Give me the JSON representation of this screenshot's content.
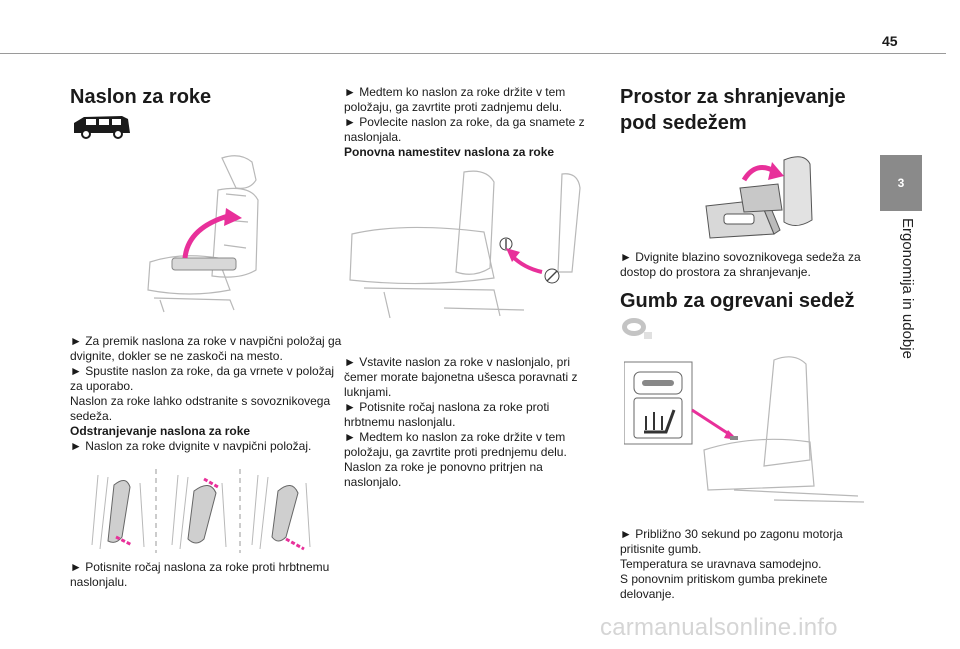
{
  "header": {
    "page_number": "45"
  },
  "chapter": {
    "number": "3",
    "title": "Ergonomija in udobje"
  },
  "left": {
    "heading": "Naslon za roke",
    "p1": "► Za premik naslona za roke v navpični položaj ga dvignite, dokler se ne zaskoči na mesto.",
    "p2": "► Spustite naslon za roke, da ga vrnete v položaj za uporabo.",
    "p3": "Naslon za roke lahko odstranite s sovoznikovega sedeža.",
    "subheading": "Odstranjevanje naslona za roke",
    "p4": "► Naslon za roke dvignite v navpični položaj.",
    "p5": "► Potisnite ročaj naslona za roke proti hrbtnemu naslonjalu."
  },
  "middle": {
    "p1": "► Medtem ko naslon za roke držite v tem položaju, ga zavrtite proti zadnjemu delu.",
    "p2": "► Povlecite naslon za roke, da ga snamete z naslonjala.",
    "subheading": "Ponovna namestitev naslona za roke",
    "p3": "► Vstavite naslon za roke v naslonjalo, pri čemer morate bajonetna ušesca poravnati z luknjami.",
    "p4": "► Potisnite ročaj naslona za roke proti hrbtnemu naslonjalu.",
    "p5": "► Medtem ko naslon za roke držite v tem položaju, ga zavrtite proti prednjemu delu.",
    "p6": "Naslon za roke je ponovno pritrjen na naslonjalo."
  },
  "right": {
    "heading1": "Prostor za shranjevanje pod sedežem",
    "p1": "► Dvignite blazino sovoznikovega sedeža za dostop do prostora za shranjevanje.",
    "heading2": "Gumb za ogrevani sedež",
    "p2": "► Približno 30 sekund po zagonu motorja pritisnite gumb.",
    "p3": "Temperatura se uravnava samodejno.",
    "p4": "S ponovnim pritiskom gumba prekinete delovanje."
  },
  "footer": {
    "watermark": "carmanualsonline.info"
  },
  "colors": {
    "accent_arrow": "#e8309a",
    "tab_gray": "#8a8a8a",
    "line_gray": "#b8b8b8"
  },
  "icons": [
    "van-icon",
    "steering-wheel-icon",
    "heated-seat-icon"
  ]
}
